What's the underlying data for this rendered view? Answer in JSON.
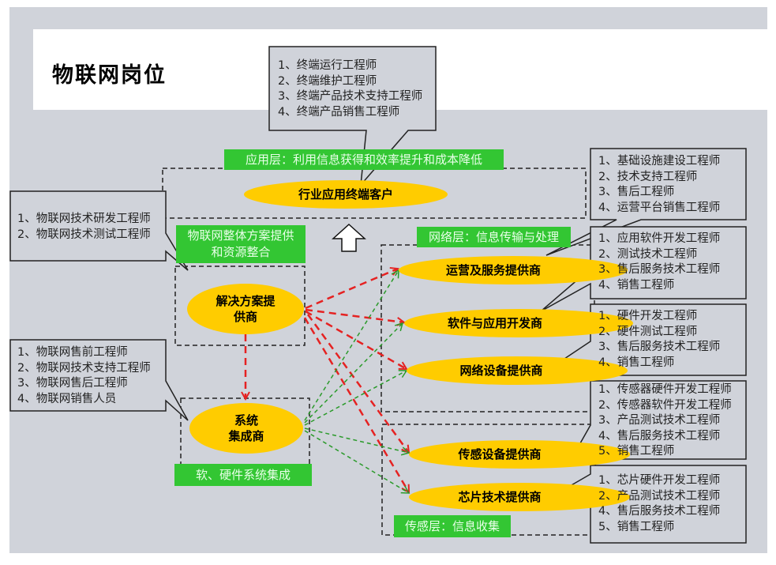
{
  "page": {
    "title": "物联网岗位"
  },
  "colors": {
    "background": "#d0d3da",
    "layer_label_bg": "#33c633",
    "node_fill": "#ffcc00",
    "arrow_red": "#e52222",
    "arrow_green": "#2a9a2a"
  },
  "layers": {
    "application": "应用层：利用信息获得和效率提升和成本降低",
    "network": "网络层：信息传输与处理",
    "sensing": "传感层：信息收集",
    "solution_group": "物联网整体方案提供和资源整合",
    "solution_group_line1": "物联网整体方案提供",
    "solution_group_line2": "和资源整合",
    "integration_group": "软、硬件系统集成"
  },
  "nodes": {
    "industry_customer": "行业应用终端客户",
    "solution_provider_line1": "解决方案提",
    "solution_provider_line2": "供商",
    "system_integrator_line1": "系统",
    "system_integrator_line2": "集成商",
    "operator": "运营及服务提供商",
    "software_dev": "软件与应用开发商",
    "network_equipment": "网络设备提供商",
    "sensor_equipment": "传感设备提供商",
    "chip_provider": "芯片技术提供商"
  },
  "callouts": {
    "terminal": [
      "1、终端运行工程师",
      "2、终端维护工程师",
      "3、终端产品技术支持工程师",
      "4、终端产品销售工程师"
    ],
    "solution": [
      "1、物联网技术研发工程师",
      "2、物联网技术测试工程师"
    ],
    "integrator": [
      "1、物联网售前工程师",
      "2、物联网技术支持工程师",
      "3、物联网售后工程师",
      "4、物联网销售人员"
    ],
    "operator": [
      "1、基础设施建设工程师",
      "2、技术支持工程师",
      "3、售后工程师",
      "4、运营平台销售工程师"
    ],
    "software": [
      "1、应用软件开发工程师",
      "2、测试技术工程师",
      "3、售后服务技术工程师",
      "4、销售工程师"
    ],
    "network_equipment": [
      "1、硬件开发工程师",
      "2、硬件测试工程师",
      "3、售后服务技术工程师",
      "4、销售工程师"
    ],
    "sensor": [
      "1、传感器硬件开发工程师",
      "2、传感器软件开发工程师",
      "3、产品测试技术工程师",
      "4、售后服务技术工程师",
      "5、销售工程师"
    ],
    "chip": [
      "1、芯片硬件开发工程师",
      "2、产品测试技术工程师",
      "4、售后服务技术工程师",
      "5、销售工程师"
    ]
  }
}
